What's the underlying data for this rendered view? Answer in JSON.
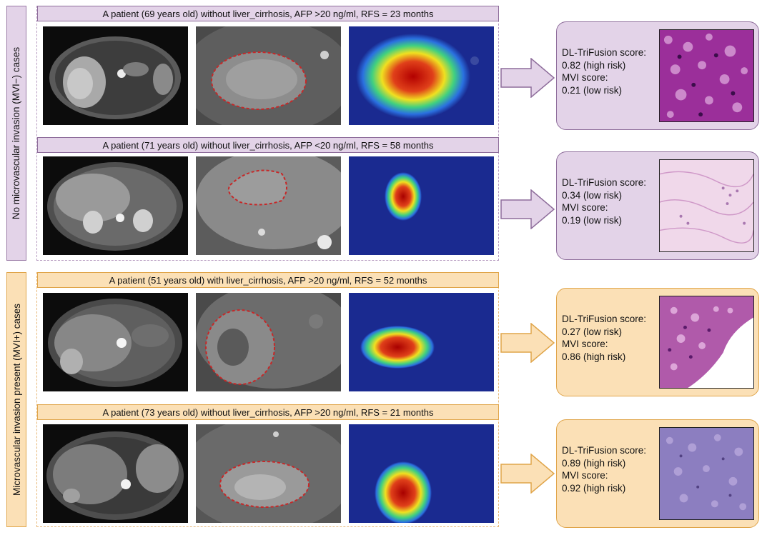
{
  "groups": [
    {
      "label": "No microvascular invasion (MVI−) cases"
    },
    {
      "label": "Microvascular invasion present (MVI+) cases"
    }
  ],
  "cases": [
    {
      "title": "A patient (69 years old) without liver_cirrhosis, AFP >20 ng/ml, RFS = 23 months",
      "score_label": "DL-TriFusion score:",
      "score_value": "0.82 (high risk)",
      "mvi_label": "MVI score:",
      "mvi_value": "0.21 (low risk)"
    },
    {
      "title": "A patient (71 years old) without liver_cirrhosis, AFP <20 ng/ml, RFS = 58 months",
      "score_label": "DL-TriFusion score:",
      "score_value": "0.34 (low risk)",
      "mvi_label": "MVI score:",
      "mvi_value": "0.19 (low risk)"
    },
    {
      "title": "A patient (51 years old) with liver_cirrhosis, AFP >20 ng/ml, RFS = 52 months",
      "score_label": "DL-TriFusion score:",
      "score_value": "0.27 (low risk)",
      "mvi_label": "MVI score:",
      "mvi_value": "0.86 (high risk)"
    },
    {
      "title": "A patient (73 years old) without liver_cirrhosis, AFP >20 ng/ml, RFS = 21 months",
      "score_label": "DL-TriFusion score:",
      "score_value": "0.89 (high risk)",
      "mvi_label": "MVI score:",
      "mvi_value": "0.92 (high risk)"
    }
  ],
  "colors": {
    "purple_fill": "#e3d3e8",
    "purple_border": "#8e6d9b",
    "orange_fill": "#fbe0b6",
    "orange_border": "#e0a54a"
  }
}
